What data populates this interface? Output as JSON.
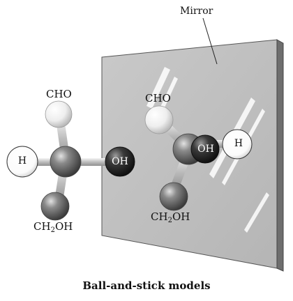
{
  "mirror_label": "Mirror",
  "left_molecule": {
    "top_label": "CHO",
    "bottom_label_main": "CH",
    "bottom_label_sub": "2",
    "bottom_label_tail": "OH",
    "left_atom": "H",
    "right_atom": "OH"
  },
  "right_molecule": {
    "top_label": "CHO",
    "bottom_label_main": "CH",
    "bottom_label_sub": "2",
    "bottom_label_tail": "OH",
    "right_atom": "H",
    "front_atom": "OH"
  },
  "caption": "Ball-and-stick models"
}
